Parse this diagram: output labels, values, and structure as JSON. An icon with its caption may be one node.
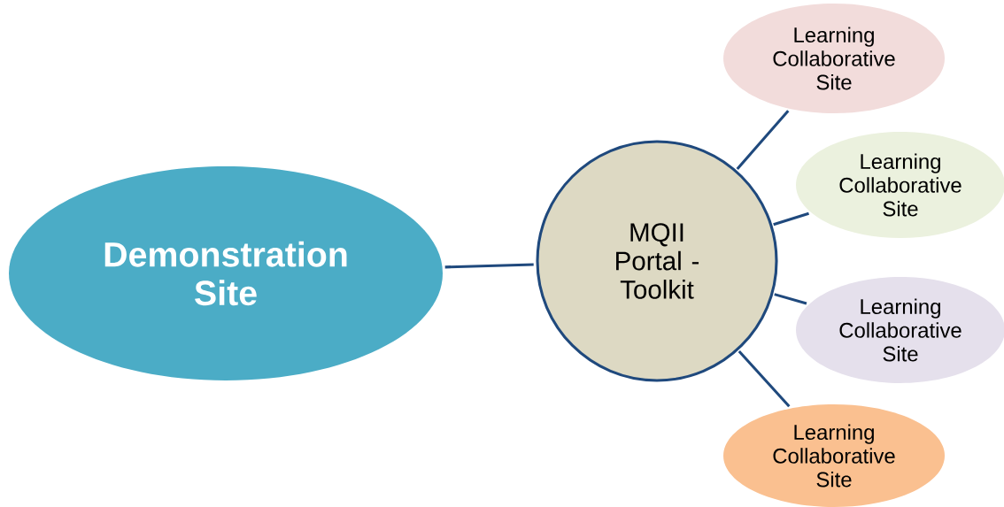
{
  "diagram": {
    "nodes": [
      {
        "text": [
          "Demonstration Site"
        ]
      },
      {
        "text": [
          "MQII Portal - Toolkit"
        ]
      },
      {
        "text": [
          "Learning Collaborative Site"
        ]
      },
      {
        "text": [
          "Learning Collaborative Site"
        ]
      },
      {
        "text": [
          "Learning Collaborative Site"
        ]
      },
      {
        "text": [
          "Learning Collaborative Site"
        ]
      }
    ],
    "edges": [
      {
        "from": 0,
        "to": 1,
        "arrow": "none"
      },
      {
        "from": 1,
        "to": 2,
        "arrow": "none"
      },
      {
        "from": 1,
        "to": 3,
        "arrow": "none"
      },
      {
        "from": 1,
        "to": 4,
        "arrow": "none"
      },
      {
        "from": 1,
        "to": 5,
        "arrow": "none"
      }
    ]
  }
}
